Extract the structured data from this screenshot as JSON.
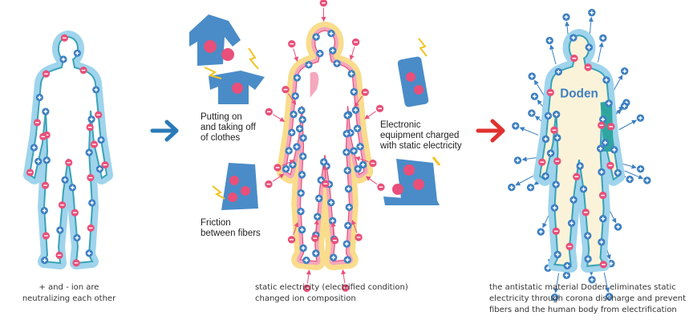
{
  "colors": {
    "plus_ion": "#3d7fc1",
    "minus_ion": "#e8507a",
    "glow_blue": "#9fd4ec",
    "glow_yellow": "#f9dc8c",
    "body_pink": "#f4a7bd",
    "doden_body": "#fbf3d9",
    "arrow_blue": "#2b7ab8",
    "arrow_red": "#e0322e",
    "item_blue": "#4a8cc8"
  },
  "panels": {
    "neutral": {
      "caption_line1": "+ and - ion are",
      "caption_line2": "neutralizing each other",
      "ion_count": 40
    },
    "charged": {
      "caption_line1": "static electricity (electrified condition)",
      "caption_line2": "changed ion composition",
      "ion_count": 56,
      "labels": {
        "clothes": [
          "Putting on",
          "and taking off",
          "of clothes"
        ],
        "electronics": [
          "Electronic",
          "equipment charged",
          "with static electricity"
        ],
        "friction": [
          "Friction",
          "between fibers"
        ]
      }
    },
    "doden": {
      "caption_line1": "the antistatic material Doden eliminates static",
      "caption_line2": "electricity through corona discharge and prevent",
      "caption_line3": "fibers and the human body from electrification",
      "brand": "Doden",
      "ion_count": 44
    }
  }
}
